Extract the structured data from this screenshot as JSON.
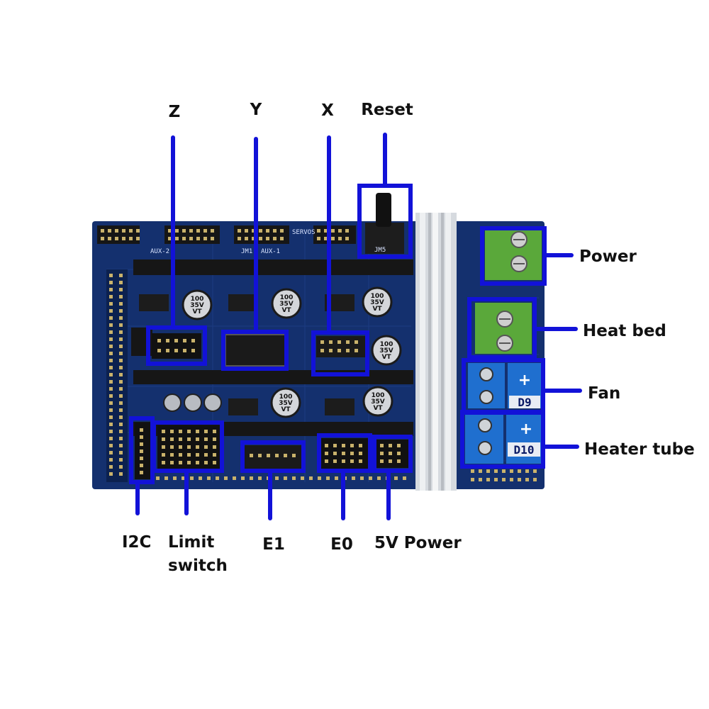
{
  "colors": {
    "annotation": "#1212d8",
    "pcb": "#14306e",
    "pcb_dark": "#0c214f",
    "header_black": "#161616",
    "pin_gold": "#c9b26b",
    "terminal_green": "#5aa83a",
    "terminal_blue": "#1f6fcf",
    "heatsink": "#d6dadf",
    "capacitor": "#d4d6da",
    "label_text": "#111111"
  },
  "labels": {
    "z": "Z",
    "y": "Y",
    "x": "X",
    "reset": "Reset",
    "power": "Power",
    "heat_bed": "Heat bed",
    "fan": "Fan",
    "heater_tube": "Heater tube",
    "i2c": "I2C",
    "limit_switch_line1": "Limit",
    "limit_switch_line2": "switch",
    "e1": "E1",
    "e0": "E0",
    "five_v_power": "5V Power"
  },
  "board_marks": {
    "capacitor_lines": [
      "100",
      "35V",
      "VT"
    ],
    "fan_output": "D9",
    "heater_output": "D10",
    "plus": "+",
    "silk_aux2": "AUX-2",
    "silk_aux1": "AUX-1",
    "silk_jm1": "JM1",
    "silk_jm5": "JM5",
    "silk_servos": "SERVOS"
  }
}
